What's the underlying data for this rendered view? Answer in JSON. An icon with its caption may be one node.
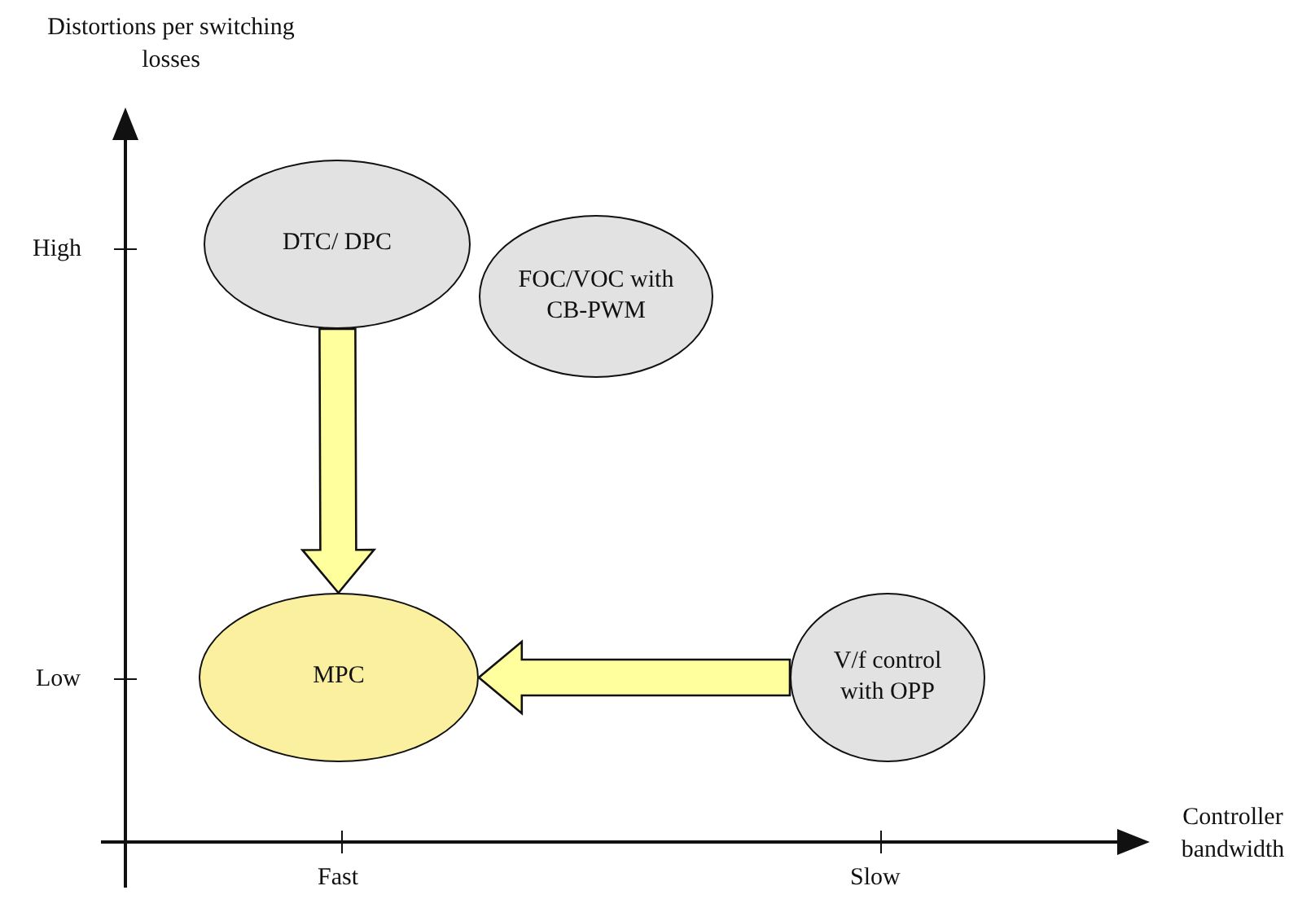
{
  "diagram": {
    "nodes": [
      {
        "text": [
          "DTC/ DPC"
        ]
      },
      {
        "text": [
          "FOC/VOC with CB-PWM"
        ]
      },
      {
        "text": [
          "MPC"
        ]
      },
      {
        "text": [
          "V/f control with OPP"
        ]
      }
    ],
    "edges": [
      {
        "from": 0,
        "to": 2,
        "arrow": "to",
        "style": "thick"
      },
      {
        "from": 3,
        "to": 2,
        "arrow": "to",
        "style": "thick"
      }
    ],
    "labels": [
      "Distortions per switching losses",
      "High",
      "Low",
      "Controller bandwidth",
      "Fast",
      "Slow"
    ]
  }
}
